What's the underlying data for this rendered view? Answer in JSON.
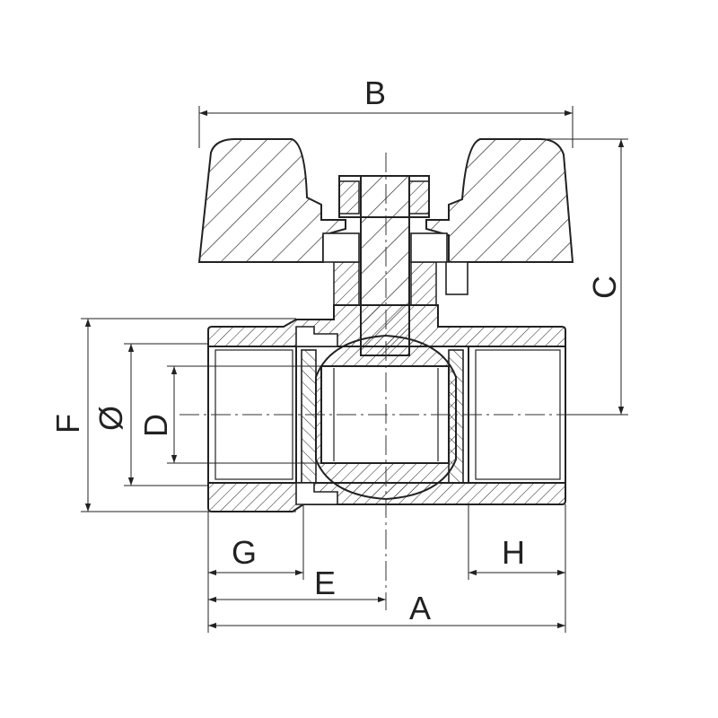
{
  "dimension_labels": {
    "A": "A",
    "B": "B",
    "C": "C",
    "D": "D",
    "E": "E",
    "F": "F",
    "G": "G",
    "H": "H",
    "diameter": "Ø"
  }
}
